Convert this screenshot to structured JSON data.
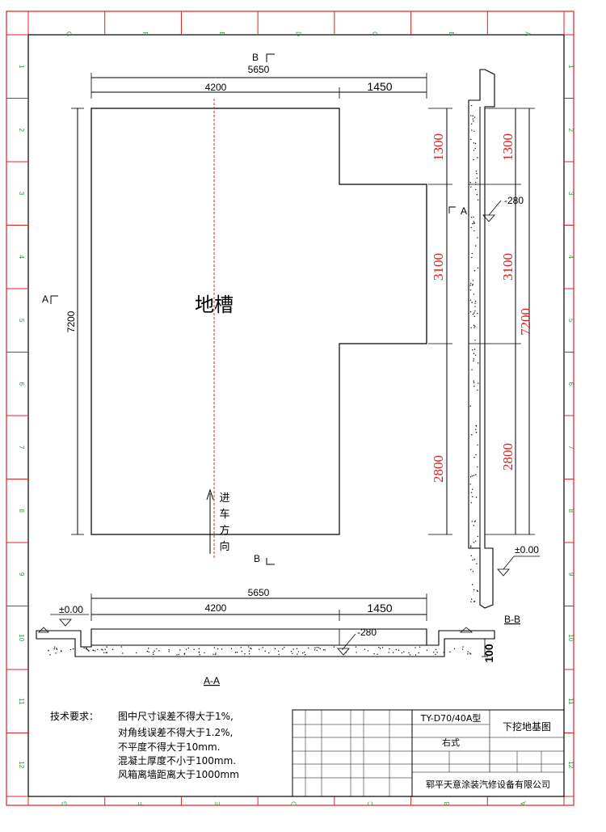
{
  "drawing": {
    "title_main": "地槽",
    "direction_label": [
      "进",
      "车",
      "方",
      "向"
    ],
    "section_marks": {
      "a": "A",
      "b": "B"
    },
    "plan": {
      "overall_width": "5650",
      "left_width": "4200",
      "right_width": "1450",
      "overall_length": "7200",
      "segments": [
        "1300",
        "3100",
        "2800"
      ]
    },
    "section_bb": {
      "label": "B-B",
      "depth": "-280",
      "ground": "±0.00",
      "segments": [
        "1300",
        "3100",
        "2800"
      ],
      "total": "7200"
    },
    "section_aa": {
      "label": "A-A",
      "overall_width": "5650",
      "left_width": "4200",
      "right_width": "1450",
      "ground": "±0.00",
      "depth": "-280",
      "slab": "100"
    }
  },
  "tech_req": {
    "title": "技术要求：",
    "lines": [
      "图中尺寸误差不得大于1%,",
      "对角线误差不得大于1.2%,",
      "不平度不得大于10mm.",
      "混凝土厚度不小于100mm.",
      "风箱离墙距离大于1000mm"
    ]
  },
  "title_block": {
    "model": "TY-D70/40A型",
    "drawing_name": "下挖地基图",
    "variant": "右式",
    "company": "郓平天意涂装汽修设备有限公司"
  },
  "border": {
    "top_letters": [
      "G",
      "F",
      "E",
      "D",
      "C",
      "B",
      "A"
    ],
    "side_numbers": [
      "1",
      "2",
      "3",
      "4",
      "5",
      "6",
      "7",
      "8",
      "9",
      "10",
      "11",
      "12"
    ]
  }
}
